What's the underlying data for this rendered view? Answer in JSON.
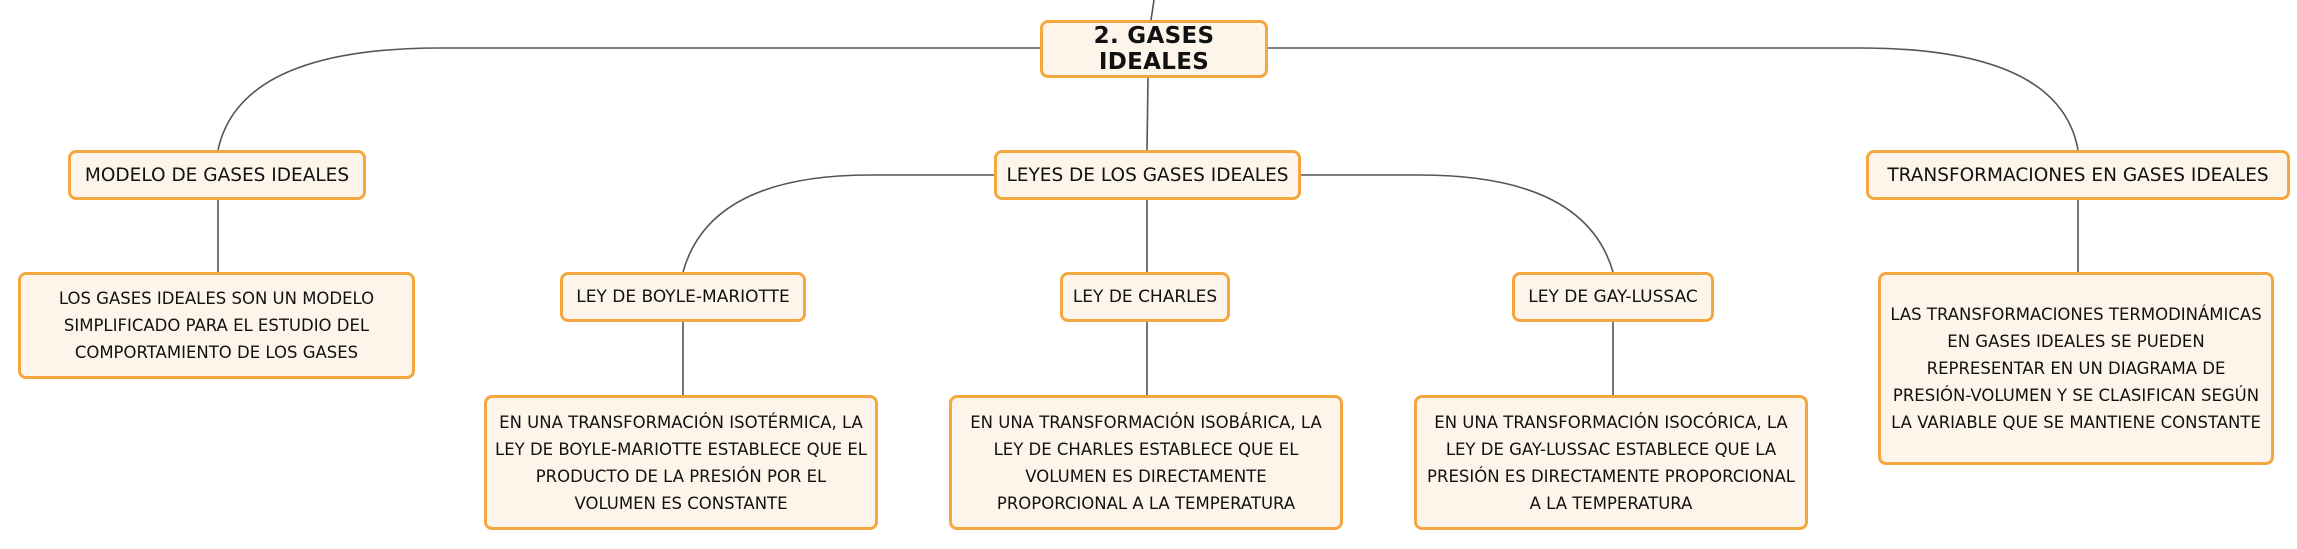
{
  "root": {
    "label": "2. GASES IDEALES"
  },
  "branches": {
    "modelo": {
      "label": "MODELO DE GASES IDEALES",
      "description": "LOS GASES IDEALES SON UN MODELO SIMPLIFICADO PARA EL ESTUDIO DEL COMPORTAMIENTO DE LOS GASES"
    },
    "leyes": {
      "label": "LEYES DE LOS GASES IDEALES",
      "children": [
        {
          "label": "LEY DE BOYLE-MARIOTTE",
          "description": "EN UNA TRANSFORMACIÓN ISOTÉRMICA, LA LEY DE BOYLE-MARIOTTE ESTABLECE QUE EL PRODUCTO DE LA PRESIÓN POR EL VOLUMEN ES CONSTANTE"
        },
        {
          "label": "LEY DE CHARLES",
          "description": "EN UNA TRANSFORMACIÓN ISOBÁRICA, LA LEY DE CHARLES ESTABLECE QUE EL VOLUMEN ES DIRECTAMENTE PROPORCIONAL A LA TEMPERATURA"
        },
        {
          "label": "LEY DE GAY-LUSSAC",
          "description": "EN UNA TRANSFORMACIÓN ISOCÓRICA, LA LEY DE GAY-LUSSAC ESTABLECE QUE LA PRESIÓN ES DIRECTAMENTE PROPORCIONAL A LA TEMPERATURA"
        }
      ]
    },
    "transformaciones": {
      "label": "TRANSFORMACIONES EN GASES IDEALES",
      "description": "LAS TRANSFORMACIONES TERMODINÁMICAS EN GASES IDEALES SE PUEDEN REPRESENTAR EN UN DIAGRAMA DE PRESIÓN-VOLUMEN Y SE CLASIFICAN SEGÚN LA VARIABLE QUE SE MANTIENE CONSTANTE"
    }
  },
  "colors": {
    "node_fill": "#fef5ea",
    "node_border": "#f4a640",
    "connector": "#555555"
  }
}
